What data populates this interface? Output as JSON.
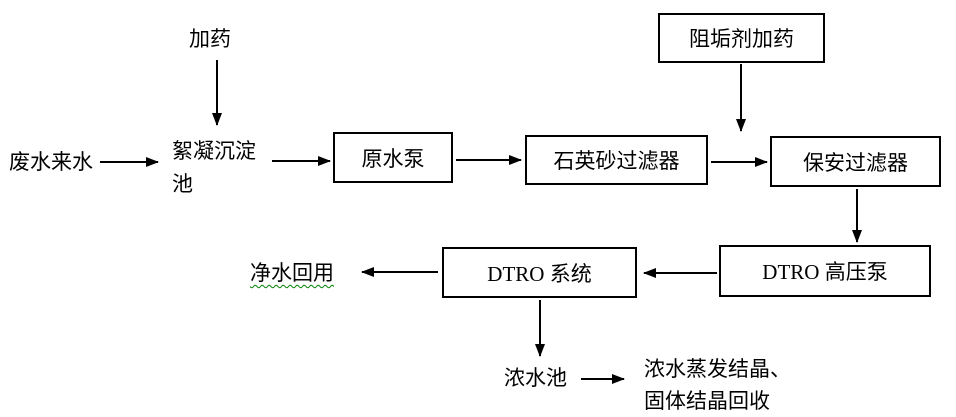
{
  "diagram": {
    "background_color": "#ffffff",
    "line_color": "#000000",
    "grammar_underline_color": "#008000",
    "labels": {
      "dosing": "加药",
      "wastewater_in": "废水来水",
      "flocculation_tank": "絮凝沉淀\n池",
      "raw_water_pump": "原水泵",
      "quartz_sand_filter": "石英砂过滤器",
      "antiscalant_dosing": "阻垢剂加药",
      "security_filter": "保安过滤器",
      "dtro_hp_pump": "DTRO 高压泵",
      "dtro_system": "DTRO 系统",
      "clean_water_reuse": "净水回用",
      "concentrate_tank": "浓水池",
      "concentrate_treatment": "浓水蒸发结晶、\n固体结晶回收"
    },
    "connections": [
      "废水来水 → 絮凝沉淀池",
      "加药 → 絮凝沉淀池",
      "絮凝沉淀池 → 原水泵",
      "原水泵 → 石英砂过滤器",
      "石英砂过滤器 → 保安过滤器",
      "阻垢剂加药 → 保安过滤器",
      "保安过滤器 → DTRO 高压泵",
      "DTRO 高压泵 → DTRO 系统",
      "DTRO 系统 → 净水回用",
      "DTRO 系统 → 浓水池",
      "浓水池 → 浓水蒸发结晶、固体结晶回收"
    ]
  }
}
